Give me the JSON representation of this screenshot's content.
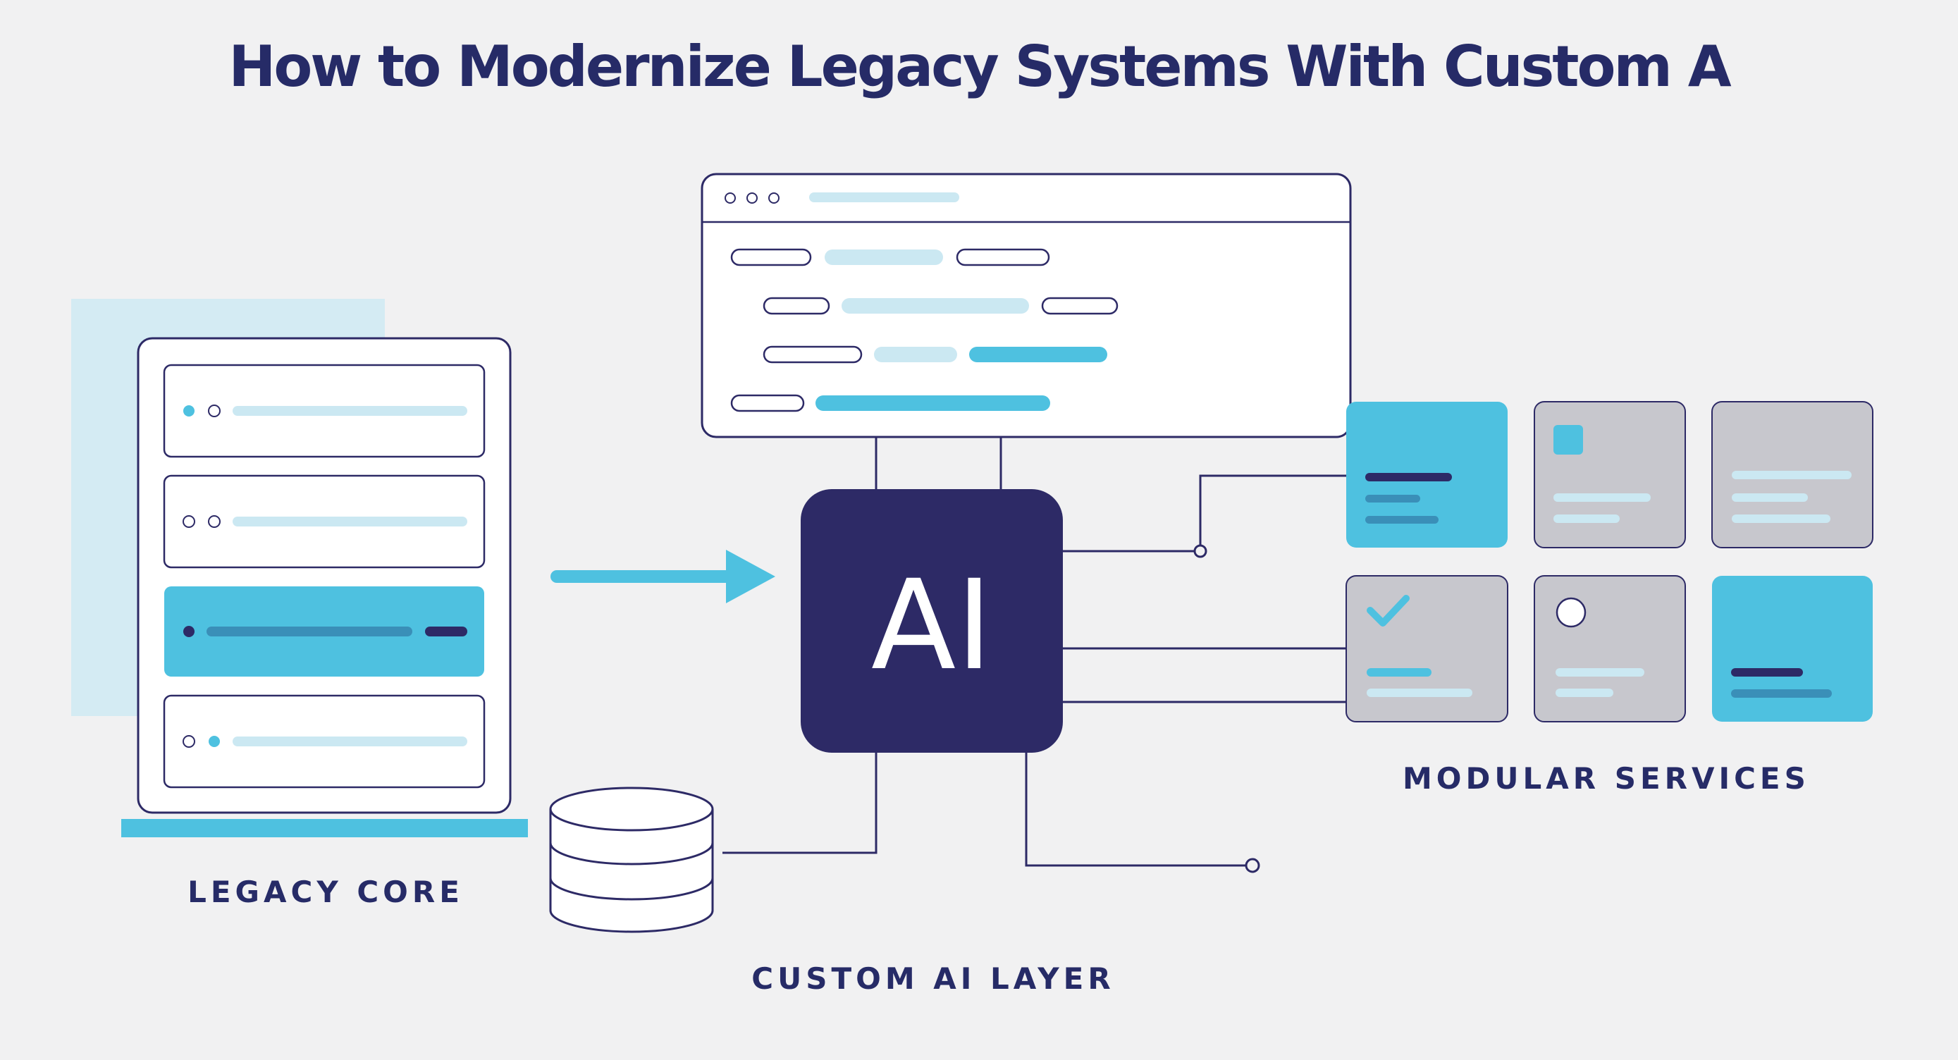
{
  "title": "How to Modernize Legacy Systems With Custom A",
  "captions": {
    "legacy_core": "LEGACY CORE",
    "custom_ai_layer": "CUSTOM AI LAYER",
    "modular_services": "MODULAR SERVICES"
  },
  "ai_chip": {
    "label": "AI"
  },
  "colors": {
    "navy": "#2d2a66",
    "cyan": "#4ec1e0",
    "light_cyan": "#cbe8f2",
    "gray_tile": "#c7c7cd",
    "background": "#f1f1f2"
  }
}
